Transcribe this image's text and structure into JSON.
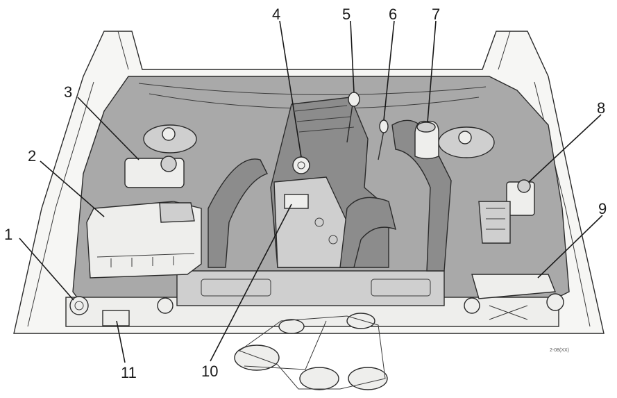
{
  "callouts": [
    {
      "id": "1",
      "label": "1"
    },
    {
      "id": "2",
      "label": "2"
    },
    {
      "id": "3",
      "label": "3"
    },
    {
      "id": "4",
      "label": "4"
    },
    {
      "id": "5",
      "label": "5"
    },
    {
      "id": "6",
      "label": "6"
    },
    {
      "id": "7",
      "label": "7"
    },
    {
      "id": "8",
      "label": "8"
    },
    {
      "id": "9",
      "label": "9"
    },
    {
      "id": "10",
      "label": "10"
    },
    {
      "id": "11",
      "label": "11"
    }
  ],
  "reference_code": "2-08(XX)",
  "colors": {
    "bay_fill": "#a9a9a9",
    "hood_fill": "#f6f6f4",
    "component_light": "#eeeeec",
    "component_mid": "#cfcfcf",
    "component_dark": "#8c8c8c",
    "outline": "#2b2b2b"
  }
}
